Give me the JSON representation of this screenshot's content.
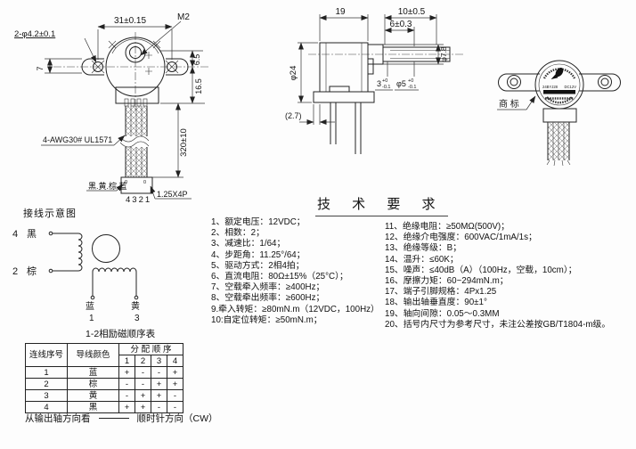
{
  "front_view": {
    "dim_holes": "2-φ4.2±0.1",
    "dim_hole_span": "31±0.15",
    "screw": "M2",
    "dim_ear_h": "7",
    "dim_upper": "6.5",
    "dim_lower": "16.5",
    "dim_lead_len": "320±10",
    "lead_spec": "4-AWG30# UL1571",
    "lead_colors": "黑.黄.棕.蓝",
    "pin_numbers": "4321",
    "connector": "1.25X4P",
    "pin_zero": "0"
  },
  "side_view": {
    "dim_body_len": "19",
    "dim_shaft_len": "10±0.5",
    "dim_flat_len": "6±0.3",
    "dim_body_dia": "φ24",
    "dim_boss_dia": "φ7.8",
    "dim_flat": {
      "base": "3",
      "upper": "+0",
      "lower": "-0.1"
    },
    "dim_shaft_dia": {
      "base": "φ5",
      "upper": "+0",
      "lower": "-0.1"
    },
    "dim_ref": "(2.7)"
  },
  "rear_view": {
    "label_callout": "商 标",
    "label_line1": "24BYJ28",
    "label_line2": "DC12V"
  },
  "wiring_diagram": {
    "title": "接线示意图",
    "terminal_4": {
      "num": "4",
      "color": "黑"
    },
    "terminal_2": {
      "num": "2",
      "color": "棕"
    },
    "terminal_1": {
      "num": "1",
      "color": "蓝"
    },
    "terminal_3": {
      "num": "3",
      "color": "黄"
    }
  },
  "sequence_table": {
    "title": "1-2相励磁顺序表",
    "header_wire_no": "连线序号",
    "header_wire_color": "导线颜色",
    "header_sequence": "分 配 顺 序",
    "steps": [
      "1",
      "2",
      "3",
      "4"
    ],
    "rows": [
      {
        "no": "1",
        "color": "蓝",
        "s1": "+",
        "s2": "-",
        "s3": "-",
        "s4": "+"
      },
      {
        "no": "2",
        "color": "棕",
        "s1": "-",
        "s2": "-",
        "s3": "+",
        "s4": "+"
      },
      {
        "no": "3",
        "color": "黄",
        "s1": "-",
        "s2": "+",
        "s3": "+",
        "s4": "-"
      },
      {
        "no": "4",
        "color": "黑",
        "s1": "+",
        "s2": "+",
        "s3": "-",
        "s4": "-"
      }
    ],
    "footer_view": "从输出轴方向看",
    "footer_direction": "顺时针方向（CW）"
  },
  "tech_requirements": {
    "title": "技 术 要 求",
    "left": [
      "1、额定电压：12VDC；",
      "2、相数：2；",
      "3、减速比：1/64；",
      "4、步距角：11.25°/64；",
      "5、驱动方式：2相4拍；",
      "6、直流电阻：80Ω±15%（25°C）；",
      "7、空载牵入频率：≥400Hz；",
      "8、空载牵出频率：≥600Hz；",
      "9.牵入转矩：≥80mN.m（12VDC，100Hz）",
      "10:自定位转矩：≥50mN.m；"
    ],
    "right": [
      "11、绝缘电阻：≥50MΩ(500V)；",
      "12、绝缘介电强度：600VAC/1mA/1s；",
      "13、绝缘等级：B；",
      "14、温升：≤60K；",
      "15、噪声：≤40dB（A）（100Hz，空载，10cm）；",
      "16、摩擦力矩：60~294mN.m；",
      "17、端子引脚规格：4Px1.25",
      "18、输出轴垂直度：90±1°",
      "19、轴向间隙：0.05～0.3MM",
      "20、括号内尺寸为参考尺寸，未注公差按GB/T1804-m级。"
    ]
  }
}
